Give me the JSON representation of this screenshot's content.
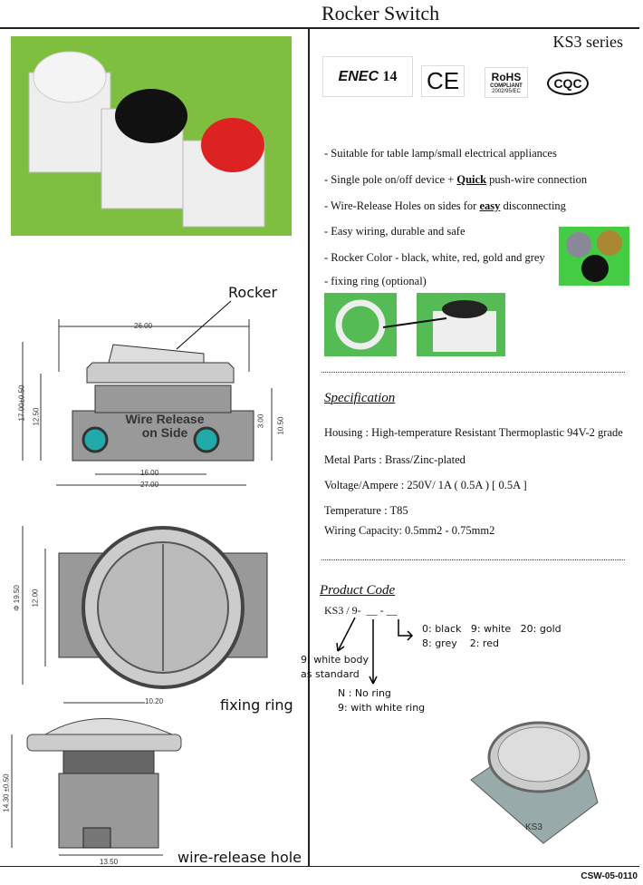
{
  "header": {
    "title": "Rocker Switch",
    "series": "KS3 series"
  },
  "certifications": [
    {
      "icon": "enec-icon",
      "label": "ENEC",
      "number": "14"
    },
    {
      "icon": "ce-icon",
      "label": "CE"
    },
    {
      "icon": "rohs-icon",
      "label": "RoHS",
      "sub1": "COMPLIANT",
      "sub2": "2002/95/EC"
    },
    {
      "icon": "cqc-icon",
      "label": "CQC"
    }
  ],
  "features": [
    {
      "text": "- Suitable for table lamp/small electrical appliances"
    },
    {
      "pre": "- Single pole on/off device + ",
      "bold": "Quick",
      "post": " push-wire connection"
    },
    {
      "pre": "- Wire-Release Holes on sides for ",
      "bold": "easy",
      "post": " disconnecting"
    },
    {
      "text": "- Easy wiring, durable and safe"
    },
    {
      "text": "- Rocker Color - black, white, red, gold and grey"
    },
    {
      "text": "- fixing ring (optional)"
    }
  ],
  "specification": {
    "heading": "Specification",
    "items": [
      "Housing : High-temperature Resistant Thermoplastic 94V-2 grade",
      "Metal Parts : Brass/Zinc-plated",
      "Voltage/Ampere : 250V/ 1A ( 0.5A ) [ 0.5A ]",
      "Temperature : T85",
      "Wiring Capacity: 0.5mm2 - 0.75mm2"
    ]
  },
  "product_code": {
    "heading": "Product Code",
    "code": "KS3 / 9-  __ - __",
    "colors1": "0: black   9: white   20: gold",
    "colors2": "8: grey    2: red",
    "body1": "9: white body",
    "body2": "as standard",
    "ring1": "N : No ring",
    "ring2": "9: with white ring"
  },
  "drawings": {
    "rocker_label": "Rocker",
    "wire_release_text1": "Wire Release",
    "wire_release_text2": "on Side",
    "dims_front": [
      "26.00",
      "17.00±0.50",
      "12.50",
      "3.00",
      "10.50",
      "16.00",
      "27.00"
    ],
    "dims_top": [
      "Φ 19.50",
      "12.00"
    ],
    "fixing_ring_label": "fixing ring",
    "dims_side": [
      "10.20",
      "14.30 ±0.50",
      "13.50"
    ],
    "wire_release_hole_label": "wire-release hole",
    "ks3_mark": "KS3"
  },
  "footer": {
    "code": "CSW-05-0110"
  }
}
